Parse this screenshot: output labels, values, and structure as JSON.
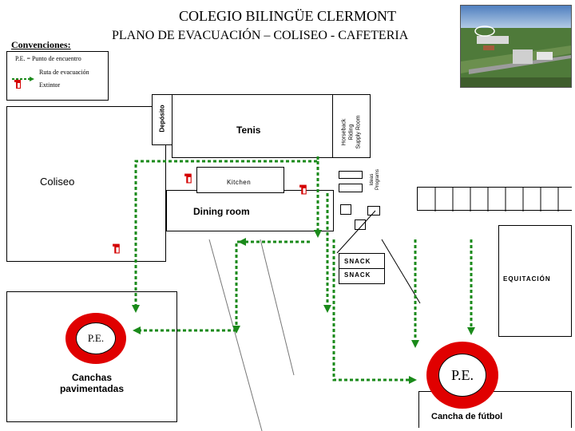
{
  "header": {
    "title": "COLEGIO BILINGÜE CLERMONT",
    "subtitle": "PLANO DE EVACUACIÓN – COLISEO - CAFETERIA"
  },
  "legend": {
    "title": "Convenciones:",
    "meeting_point": "P.E. = Punto de encuentro",
    "evacuation_route": "Ruta de evacuación",
    "extinguisher": "Extintor"
  },
  "rooms": {
    "coliseo": "Coliseo",
    "deposito": "Depósito",
    "tenis": "Tenis",
    "horseback": "Horseback Riding Supply Room",
    "horseback_l1": "Horseback",
    "horseback_l2": "Riding",
    "horseback_l3": "Supply Room",
    "ideas_l1": "Ideas",
    "ideas_l2": "Programs",
    "kitchen": "Kitchen",
    "dining": "Dining room",
    "snack1": "SNACK",
    "snack2": "SNACK",
    "equitacion": "EQUITACIÓN",
    "canchas_l1": "Canchas",
    "canchas_l2": "pavimentadas",
    "futbol": "Cancha de fútbol"
  },
  "meeting_points": {
    "left": "P.E.",
    "right": "P.E."
  },
  "colors": {
    "route": "#1a8a1a",
    "meeting_point": "#e00000",
    "extinguisher": "#d40000"
  },
  "icons": [
    "extinguisher-icon",
    "evacuation-arrow-icon",
    "aerial-photo"
  ]
}
